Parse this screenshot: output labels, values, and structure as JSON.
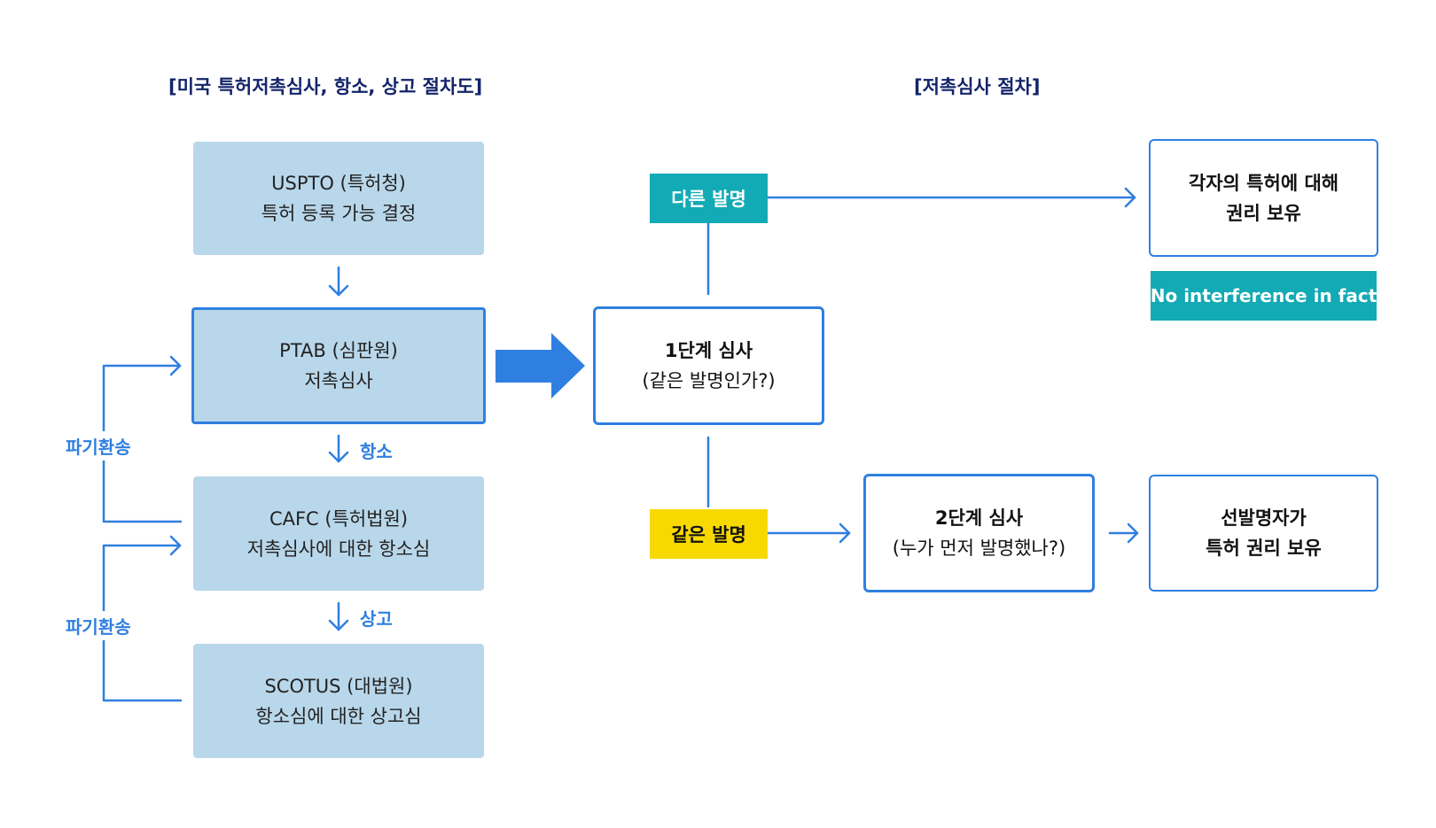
{
  "titles": {
    "left": "[미국 특허저촉심사, 항소, 상고 절차도]",
    "right": "[저촉심사 절차]"
  },
  "left_flow": {
    "uspto": {
      "line1": "USPTO (특허청)",
      "line2": "특허 등록 가능 결정"
    },
    "ptab": {
      "line1": "PTAB (심판원)",
      "line2": "저촉심사"
    },
    "cafc": {
      "line1": "CAFC (특허법원)",
      "line2": "저촉심사에 대한 항소심"
    },
    "scotus": {
      "line1": "SCOTUS (대법원)",
      "line2": "항소심에 대한 상고심"
    },
    "appeal_label": "항소",
    "certiorari_label": "상고",
    "remand_label_1": "파기환송",
    "remand_label_2": "파기환송"
  },
  "right_flow": {
    "stage1": {
      "line1": "1단계 심사",
      "line2": "(같은 발명인가?)"
    },
    "different_tag": "다른 발명",
    "same_tag": "같은 발명",
    "result_different": {
      "line1": "각자의 특허에 대해",
      "line2": "권리 보유"
    },
    "no_interference_tag": "No interference in fact",
    "stage2": {
      "line1": "2단계 심사",
      "line2": "(누가 먼저 발명했나?)"
    },
    "result_same": {
      "line1": "선발명자가",
      "line2": "특허 권리 보유"
    }
  },
  "colors": {
    "title": "#13246a",
    "light_box": "#b9d7ea",
    "accent_blue": "#2f7fe0",
    "teal": "#11aab5",
    "yellow": "#f7d900"
  }
}
